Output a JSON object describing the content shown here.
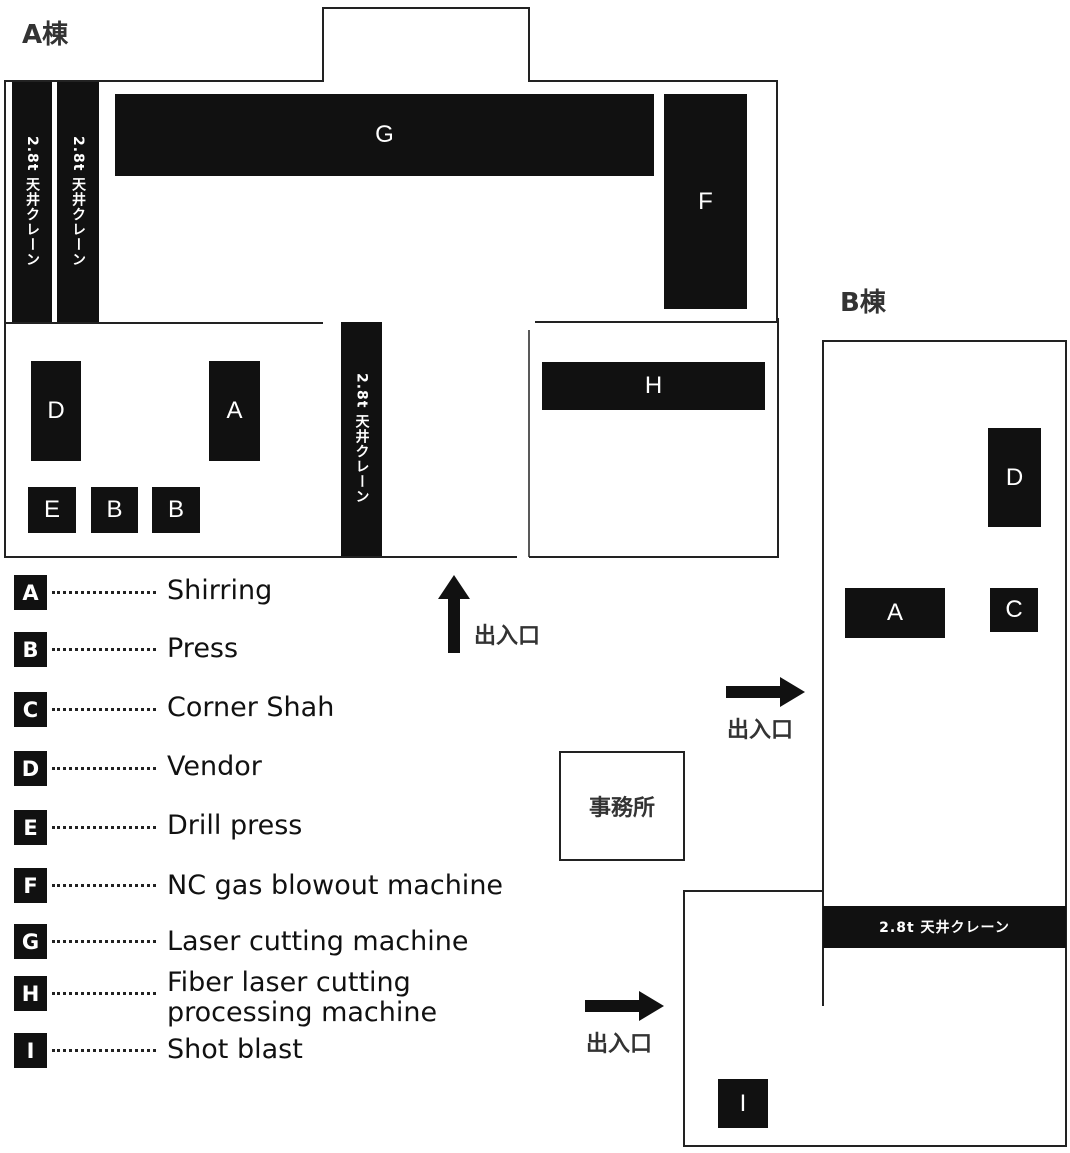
{
  "building_a": {
    "title": "A棟",
    "crane_label": "2.8t 天井クレーン",
    "blocks": {
      "G": "G",
      "F": "F",
      "H": "H",
      "D": "D",
      "A": "A",
      "E": "E",
      "B1": "B",
      "B2": "B"
    },
    "entrance_label": "出入口"
  },
  "building_b": {
    "title": "B棟",
    "crane_label": "2.8t 天井クレーン",
    "blocks": {
      "D": "D",
      "A": "A",
      "C": "C",
      "I": "I"
    },
    "entrance_label_1": "出入口",
    "entrance_label_2": "出入口"
  },
  "office_label": "事務所",
  "legend": [
    {
      "key": "A",
      "label": "Shirring"
    },
    {
      "key": "B",
      "label": "Press"
    },
    {
      "key": "C",
      "label": "Corner Shah"
    },
    {
      "key": "D",
      "label": "Vendor"
    },
    {
      "key": "E",
      "label": "Drill press"
    },
    {
      "key": "F",
      "label": "NC gas blowout machine"
    },
    {
      "key": "G",
      "label": "Laser cutting machine"
    },
    {
      "key": "H",
      "label": "Fiber laser cutting\nprocessing machine"
    },
    {
      "key": "I",
      "label": "Shot blast"
    }
  ]
}
